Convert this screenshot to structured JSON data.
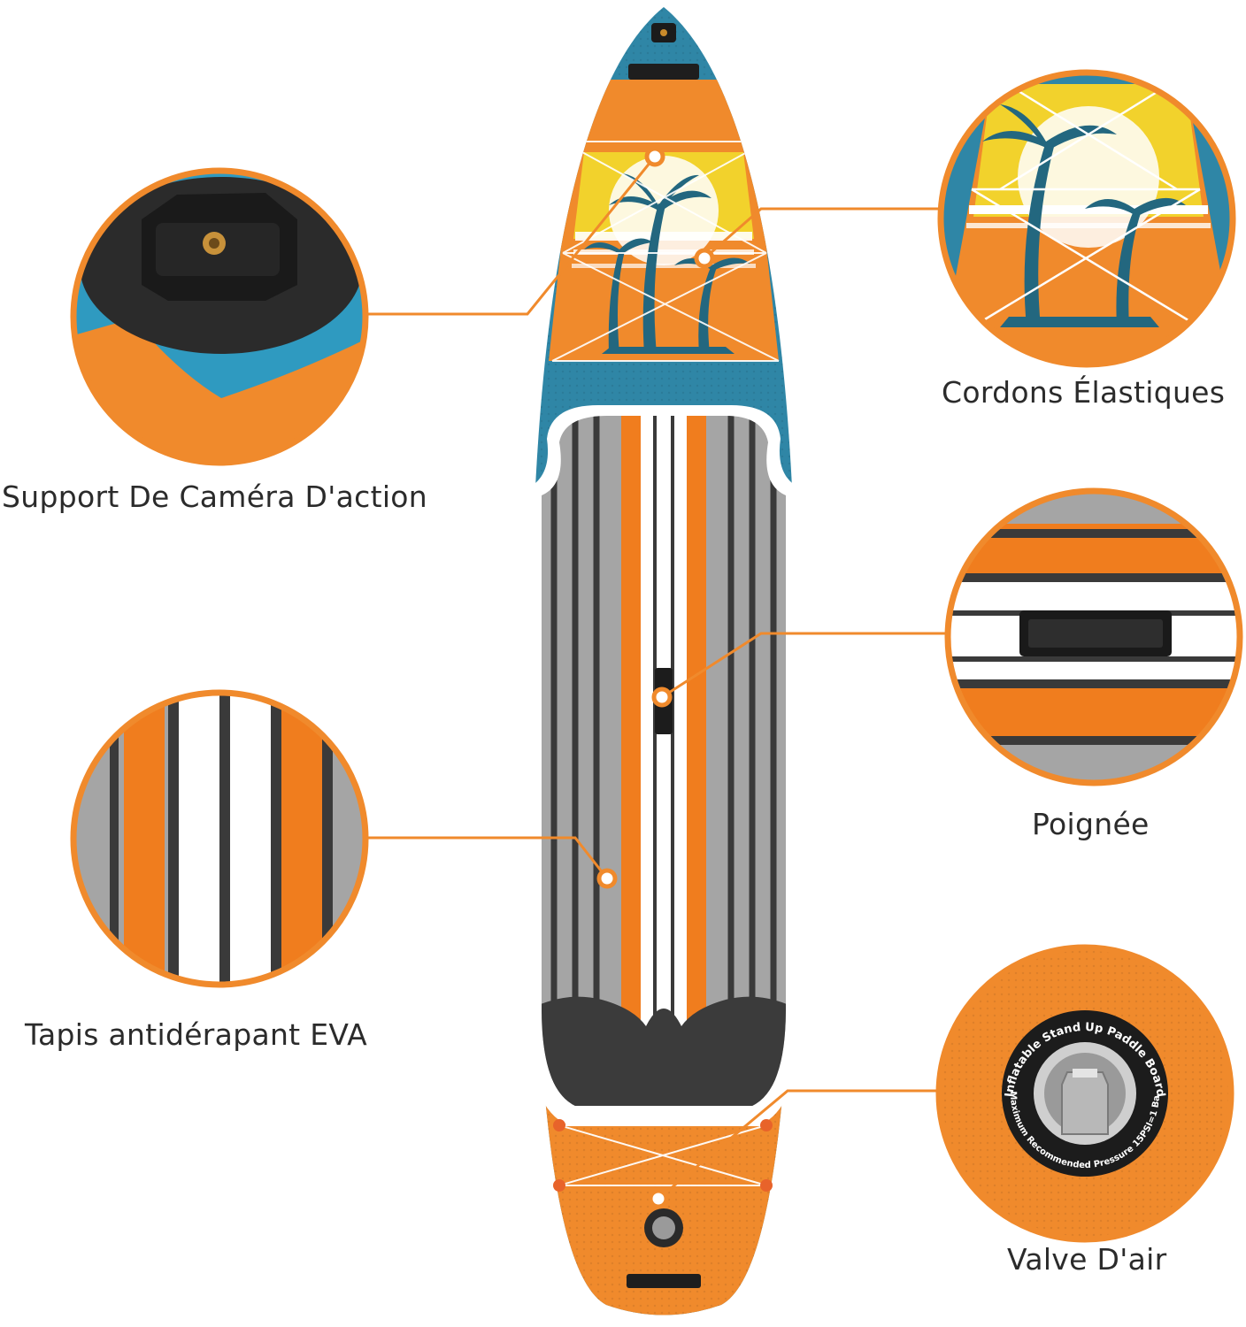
{
  "colors": {
    "accent_orange": "#f08a2c",
    "teal": "#2f86a6",
    "dark_teal": "#23677f",
    "yellow": "#f2d22c",
    "grey": "#a7a7a7",
    "dark_grey": "#3b3b3b",
    "white": "#ffffff"
  },
  "callouts": {
    "camera_mount": "Support De Caméra D'action",
    "bungee_cords": "Cordons Élastiques",
    "handle": "Poignée",
    "eva_pad": "Tapis antidérapant EVA",
    "air_valve": "Valve D'air"
  },
  "valve_ring": {
    "text_top": "Inflatable Stand Up Paddle Board",
    "text_bottom": "Maximum Recommended Pressure 15PSI=1 Bar"
  },
  "icons": {
    "board": "paddle-board-illustration",
    "camera_mount": "camera-mount-icon",
    "palm": "palm-tree-icon",
    "handle": "handle-icon",
    "valve": "air-valve-icon"
  }
}
